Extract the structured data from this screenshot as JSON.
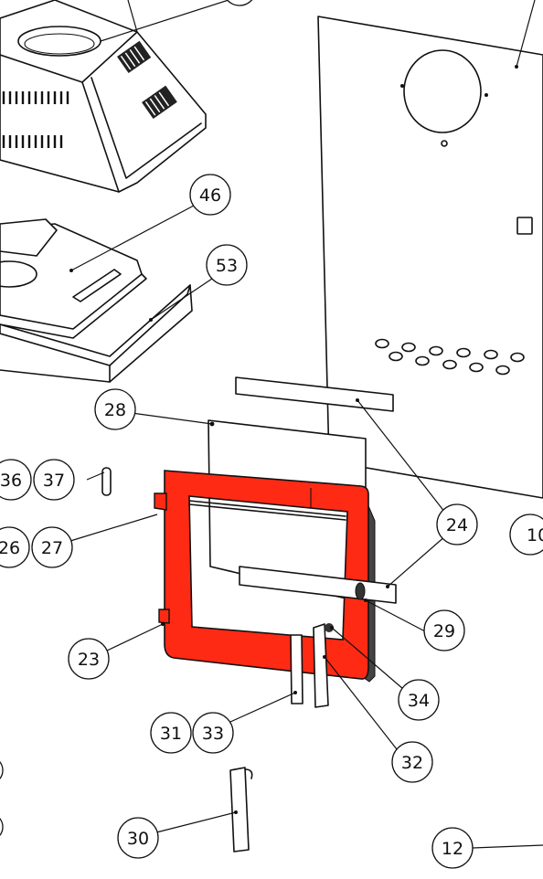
{
  "colors": {
    "highlight": "#ff2a14",
    "line": "#111111",
    "background": "#ffffff"
  },
  "callouts": [
    {
      "id": "c46",
      "label": "46"
    },
    {
      "id": "c53",
      "label": "53"
    },
    {
      "id": "c28",
      "label": "28"
    },
    {
      "id": "c36",
      "label": "36"
    },
    {
      "id": "c37",
      "label": "37"
    },
    {
      "id": "c26",
      "label": "26"
    },
    {
      "id": "c27",
      "label": "27"
    },
    {
      "id": "c24",
      "label": "24"
    },
    {
      "id": "c10",
      "label": "10"
    },
    {
      "id": "c29",
      "label": "29"
    },
    {
      "id": "c23",
      "label": "23"
    },
    {
      "id": "c34",
      "label": "34"
    },
    {
      "id": "c31",
      "label": "31"
    },
    {
      "id": "c33",
      "label": "33"
    },
    {
      "id": "c32",
      "label": "32"
    },
    {
      "id": "c30",
      "label": "30"
    },
    {
      "id": "c12",
      "label": "12"
    }
  ]
}
